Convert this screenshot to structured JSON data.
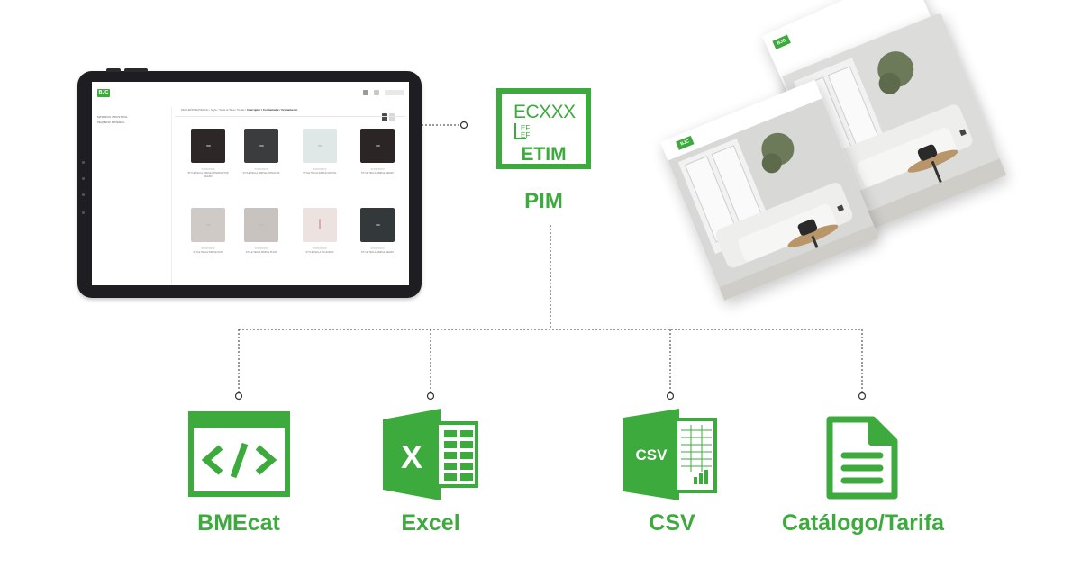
{
  "tablet": {
    "logo": "BJC",
    "sidebar": [
      "MATERIAS INDUSTRIAL",
      "PEQUEÑO MATERIAL"
    ],
    "breadcrumb_path": "PEQUEÑO MATERIAL  /  Style  /  Tecla al Tapa  /  Teclas  /  ",
    "breadcrumb_current": "Interruptor / Conmutador / Cruzamiento",
    "products": [
      {
        "code": "XXXXXXXXX",
        "name": "STYLE TECLA SIMPLE INTERRUPTOR NEGRO",
        "color": "#2d2727"
      },
      {
        "code": "XXXXXXXXX",
        "name": "STYLE TECLA SIMPLE ANTRACITA",
        "color": "#3a3c3e"
      },
      {
        "code": "XXXXXXXXX",
        "name": "STYLE TECLA SIMPLE CRISTAL",
        "color": "#dfe8e6"
      },
      {
        "code": "XXXXXXXXX",
        "name": "STYLE TECLA SIMPLE NEGRO",
        "color": "#2b2526"
      },
      {
        "code": "XXXXXXXXX",
        "name": "STYLE TECLA SIMPLE INOX",
        "color": "#cfcac5"
      },
      {
        "code": "XXXXXXXXX",
        "name": "STYLE TECLA SIMPLE PLATA",
        "color": "#c8c3bf"
      },
      {
        "code": "XXXXXXXXX",
        "name": "STYLE TECLA PULSADOR",
        "color": "#ece3e0"
      },
      {
        "code": "XXXXXXXXX",
        "name": "STYLE TECLA SIMPLE NEGRO",
        "color": "#33393b"
      }
    ]
  },
  "etim": {
    "code": "ECXXX",
    "label": "ETIM"
  },
  "pim_label": "PIM",
  "catalog": {
    "logo": "BJC"
  },
  "outputs": {
    "bmecat": {
      "label": "BMEcat",
      "icon": "code-icon"
    },
    "excel": {
      "label": "Excel",
      "icon": "excel-icon",
      "letter": "X"
    },
    "csv": {
      "label": "CSV",
      "icon": "csv-icon",
      "badge": "CSV"
    },
    "catalogo": {
      "label": "Catálogo/Tarifa",
      "icon": "document-icon"
    }
  },
  "colors": {
    "accent": "#3daa3d",
    "connector": "#333333"
  }
}
